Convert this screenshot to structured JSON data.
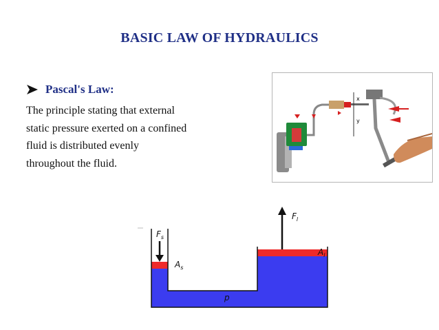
{
  "title": "BASIC LAW OF HYDRAULICS",
  "bullet": {
    "icon": "arrow-bullet-icon",
    "label": "Pascal's Law:"
  },
  "body_lines": [
    "The principle stating that external",
    " static pressure exerted on a confined",
    "fluid is distributed evenly",
    " throughout the fluid."
  ],
  "diagram": {
    "force_small": "F",
    "force_small_sub": "s",
    "area_small": "A",
    "area_small_sub": "s",
    "force_large": "F",
    "force_large_sub": "l",
    "area_large": "A",
    "area_large_sub": "l",
    "pressure": "p"
  },
  "colors": {
    "title": "#1f2f86",
    "fluid": "#3b3cf0",
    "piston": "#ee2a2a"
  }
}
